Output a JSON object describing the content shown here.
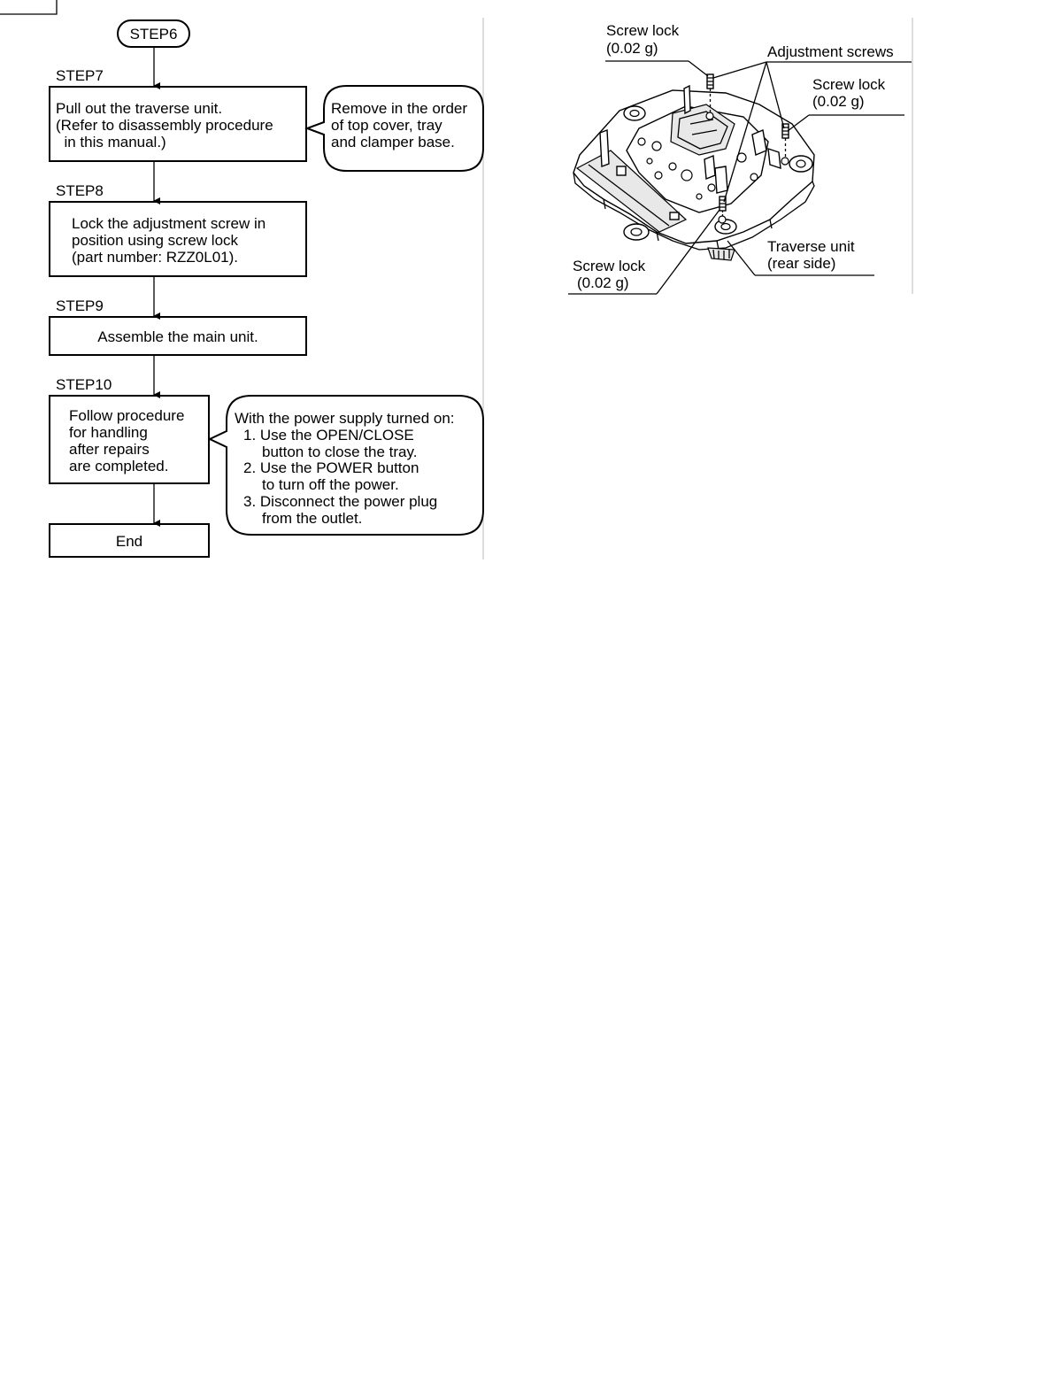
{
  "flowchart": {
    "start": "STEP6",
    "steps": [
      {
        "label": "STEP7",
        "lines": [
          "Pull out the traverse unit.",
          "(Refer to disassembly procedure",
          "  in this manual.)"
        ],
        "note": [
          "Remove in the order",
          "of top cover, tray",
          "and clamper base."
        ]
      },
      {
        "label": "STEP8",
        "lines": [
          "Lock the adjustment screw in",
          "position using screw lock",
          "(part number: RZZ0L01)."
        ]
      },
      {
        "label": "STEP9",
        "lines": [
          "Assemble the main unit."
        ]
      },
      {
        "label": "STEP10",
        "lines": [
          "Follow procedure",
          "for handling",
          "after repairs",
          "are completed."
        ],
        "note": [
          "With the power supply turned on:",
          "1. Use the OPEN/CLOSE",
          "button to close the tray.",
          "2. Use the POWER button",
          "to turn off the power.",
          "3. Disconnect the power plug",
          "from the outlet."
        ]
      }
    ],
    "end": "End"
  },
  "illustration": {
    "callouts": {
      "screw_lock_top_left": [
        "Screw lock",
        "(0.02 g)"
      ],
      "adjustment_screws": "Adjustment screws",
      "screw_lock_right": [
        "Screw lock",
        "(0.02 g)"
      ],
      "screw_lock_bottom": [
        "Screw lock",
        "(0.02 g)"
      ],
      "traverse_unit": [
        "Traverse unit",
        "(rear side)"
      ]
    }
  }
}
